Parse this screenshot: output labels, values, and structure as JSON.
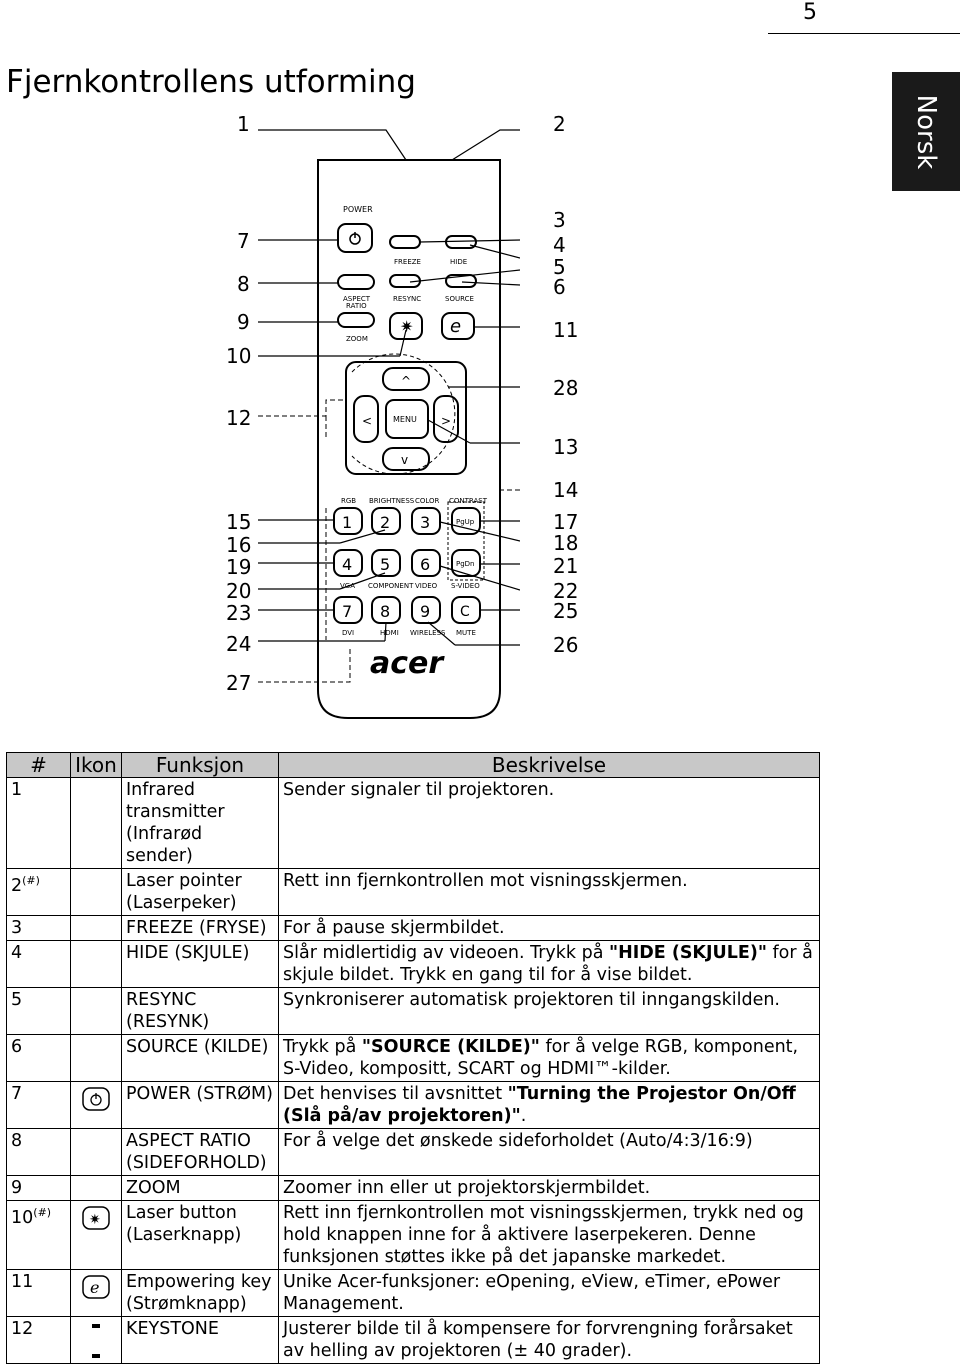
{
  "page_number": "5",
  "title": "Fjernkontrollens utforming",
  "side_tab": "Norsk",
  "remote": {
    "buttons": {
      "power": "POWER",
      "freeze": "FREEZE",
      "hide": "HIDE",
      "aspect_ratio_1": "ASPECT",
      "aspect_ratio_2": "RATIO",
      "resync": "RESYNC",
      "source": "SOURCE",
      "zoom": "ZOOM",
      "menu": "MENU",
      "rgb": "RGB",
      "brightness": "BRIGHTNESS",
      "color": "COLOR",
      "contrast": "CONTRAST",
      "pgup": "PgUp",
      "pgdn": "PgDn",
      "vga": "VGA",
      "component": "COMPONENT",
      "video": "VIDEO",
      "svideo": "S-VIDEO",
      "dvi": "DVI",
      "hdmi": "HDMI",
      "wireless": "WIRELESS",
      "mute": "MUTE",
      "brand": "acer",
      "num": [
        "1",
        "2",
        "3",
        "4",
        "5",
        "6",
        "7",
        "8",
        "9"
      ]
    }
  },
  "callouts": [
    "1",
    "2",
    "3",
    "4",
    "5",
    "6",
    "7",
    "8",
    "9",
    "10",
    "11",
    "12",
    "13",
    "14",
    "15",
    "16",
    "17",
    "18",
    "19",
    "20",
    "21",
    "22",
    "23",
    "24",
    "25",
    "26",
    "27",
    "28"
  ],
  "table": {
    "headers": [
      "#",
      "Ikon",
      "Funksjon",
      "Beskrivelse"
    ],
    "rows": [
      {
        "num": "1",
        "sup": "",
        "func": "Infrared transmitter (Infrarød sender)",
        "desc": "Sender signaler til projektoren."
      },
      {
        "num": "2",
        "sup": "(#)",
        "func": "Laser pointer (Laserpeker)",
        "desc": "Rett inn fjernkontrollen mot visningsskjermen."
      },
      {
        "num": "3",
        "sup": "",
        "func": "FREEZE (FRYSE)",
        "desc": "For å pause skjermbildet."
      },
      {
        "num": "4",
        "sup": "",
        "func": "HIDE (SKJULE)",
        "desc_a": "Slår midlertidig av videoen. Trykk på ",
        "desc_b": "\"HIDE (SKJULE)\"",
        "desc_c": " for å skjule bildet. Trykk en gang til for å vise bildet."
      },
      {
        "num": "5",
        "sup": "",
        "func": "RESYNC (RESYNK)",
        "desc": "Synkroniserer automatisk projektoren til inngangskilden."
      },
      {
        "num": "6",
        "sup": "",
        "func": "SOURCE (KILDE)",
        "desc_a": "Trykk på ",
        "desc_b": "\"SOURCE (KILDE)\"",
        "desc_c": " for å velge RGB, komponent, S-Video, kompositt, SCART og HDMI™-kilder."
      },
      {
        "num": "7",
        "sup": "",
        "func": "POWER (STRØM)",
        "desc_a": "Det henvises til avsnittet ",
        "desc_b": "\"Turning the Projestor On/Off (Slå på/av projektoren)\"",
        "desc_c": "."
      },
      {
        "num": "8",
        "sup": "",
        "func": "ASPECT RATIO (SIDEFORHOLD)",
        "desc": "For å velge det ønskede sideforholdet (Auto/4:3/16:9)"
      },
      {
        "num": "9",
        "sup": "",
        "func": "ZOOM",
        "desc": "Zoomer inn eller ut projektorskjermbildet."
      },
      {
        "num": "10",
        "sup": "(#)",
        "func": "Laser button (Laserknapp)",
        "desc": "Rett inn fjernkontrollen mot visningsskjermen, trykk ned og hold knappen inne for å aktivere laserpekeren. Denne funksjonen støttes ikke på det japanske markedet."
      },
      {
        "num": "11",
        "sup": "",
        "func": "Empowering key (Strømknapp)",
        "desc": "Unike Acer-funksjoner: eOpening, eView, eTimer, ePower Management."
      },
      {
        "num": "12",
        "sup": "",
        "func": "KEYSTONE",
        "desc": "Justerer bilde til å kompensere for forvrengning forårsaket av helling av projektoren (± 40 grader)."
      }
    ]
  }
}
